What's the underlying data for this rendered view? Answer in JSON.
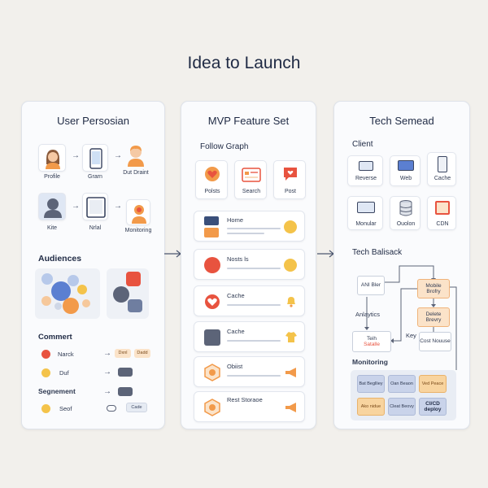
{
  "title": "Idea to Launch",
  "colors": {
    "accent_orange": "#f29a4a",
    "accent_blue": "#5b7fd1",
    "accent_red": "#e8533f",
    "accent_yellow": "#f4c34a"
  },
  "user_panel": {
    "title": "User Persosian",
    "row1": [
      "Profile",
      "Grarn",
      "Dut Draint"
    ],
    "row2": [
      "Kite",
      "Nrlal",
      "Monitoring"
    ],
    "audiences": "Audiences",
    "comment": "Commert",
    "comment_items": [
      "Narck",
      "Duf"
    ],
    "comment_chips": [
      "Dxnl",
      "Dadd"
    ],
    "segment": "Segnement",
    "segment_item": "Seof",
    "segment_chip": "Cade"
  },
  "mvp_panel": {
    "title": "MVP Feature Set",
    "section": "Follow Graph",
    "tiles": [
      "Polsts",
      "Search",
      "Post"
    ],
    "rows": [
      {
        "label": "Home",
        "icon": "smiley-icon"
      },
      {
        "label": "Nosts ls",
        "icon": "smiley-icon"
      },
      {
        "label": "Cache",
        "icon": "bell-icon"
      },
      {
        "label": "Cache",
        "icon": "shirt-icon"
      },
      {
        "label": "Obiist",
        "icon": "megaphone-icon"
      },
      {
        "label": "Rest Storaoe",
        "icon": "megaphone-icon"
      }
    ]
  },
  "tech_panel": {
    "title": "Tech Semead",
    "client": "Client",
    "client_row1": [
      "Reverse",
      "Web",
      "Cache"
    ],
    "client_row2": [
      "Monular",
      "Ouolon",
      "CDN"
    ],
    "backstack": "Tech Balisack",
    "boxes": {
      "ani": "ANI Bler",
      "mobile": "Mobile Brofry",
      "analytics": "Anlaytics",
      "delete": "Delete Brevry",
      "teih": "Teih",
      "satalle": "Satalle",
      "key": "Key",
      "cost": "Cost Nouuse"
    },
    "monitoring": "Monitoring",
    "grid": [
      "Bat Beglliey",
      "Oan Beaon",
      "Ved Peace",
      "Ako nidue",
      "Cleat Beovy",
      "CI/CD deploy"
    ]
  }
}
